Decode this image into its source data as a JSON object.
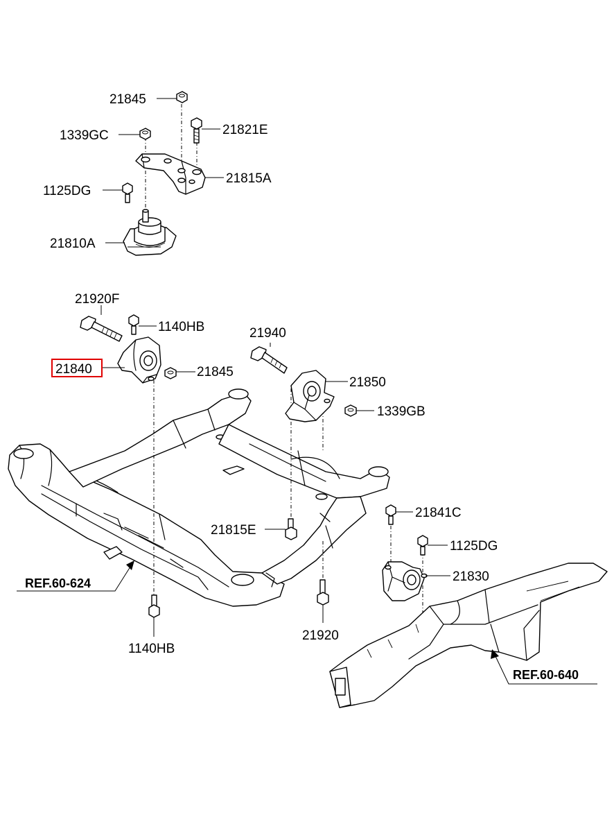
{
  "labels": {
    "l21845_top": "21845",
    "l1339GC": "1339GC",
    "l21821E": "21821E",
    "l21815A": "21815A",
    "l1125DG_top": "1125DG",
    "l21810A": "21810A",
    "l21920F": "21920F",
    "l1140HB_top": "1140HB",
    "l21840": "21840",
    "l21845_mid": "21845",
    "l21940": "21940",
    "l21850": "21850",
    "l1339GB": "1339GB",
    "l21841C": "21841C",
    "l1125DG_right": "1125DG",
    "l21815E": "21815E",
    "l21830": "21830",
    "l21920": "21920",
    "l1140HB_bottom": "1140HB",
    "ref_left": "REF.60-624",
    "ref_right": "REF.60-640"
  },
  "highlight": {
    "part": "21840",
    "color": "#e00000"
  }
}
